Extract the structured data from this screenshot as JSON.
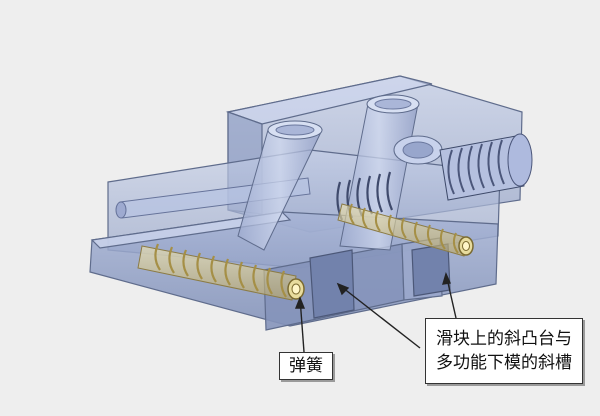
{
  "labels": {
    "spring": "弹簧",
    "note_line1": "滑块上的斜凸台与",
    "note_line2": "多功能下模的斜槽"
  },
  "colors": {
    "background": "#eeeeee",
    "body_fill": "#a9b6d6",
    "body_stroke": "#5f6c8c",
    "spring": "#d8c98a",
    "callout_border": "#333333"
  }
}
